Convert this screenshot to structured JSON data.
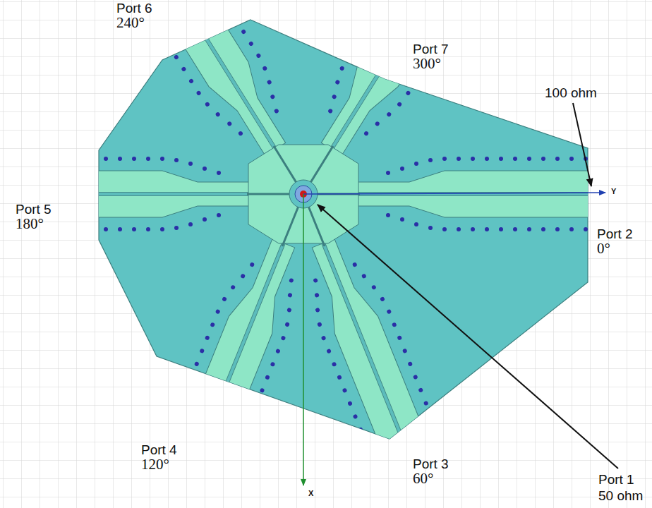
{
  "diagram": {
    "labels": [
      "Port 6",
      "240°",
      "Port 7",
      "300°",
      "100 ohm",
      "Port 5",
      "180°",
      "Port 2",
      "0°",
      "Port 4",
      "120°",
      "Port 3",
      "60°",
      "Port 1",
      "50 ohm",
      "Y",
      "X"
    ]
  }
}
